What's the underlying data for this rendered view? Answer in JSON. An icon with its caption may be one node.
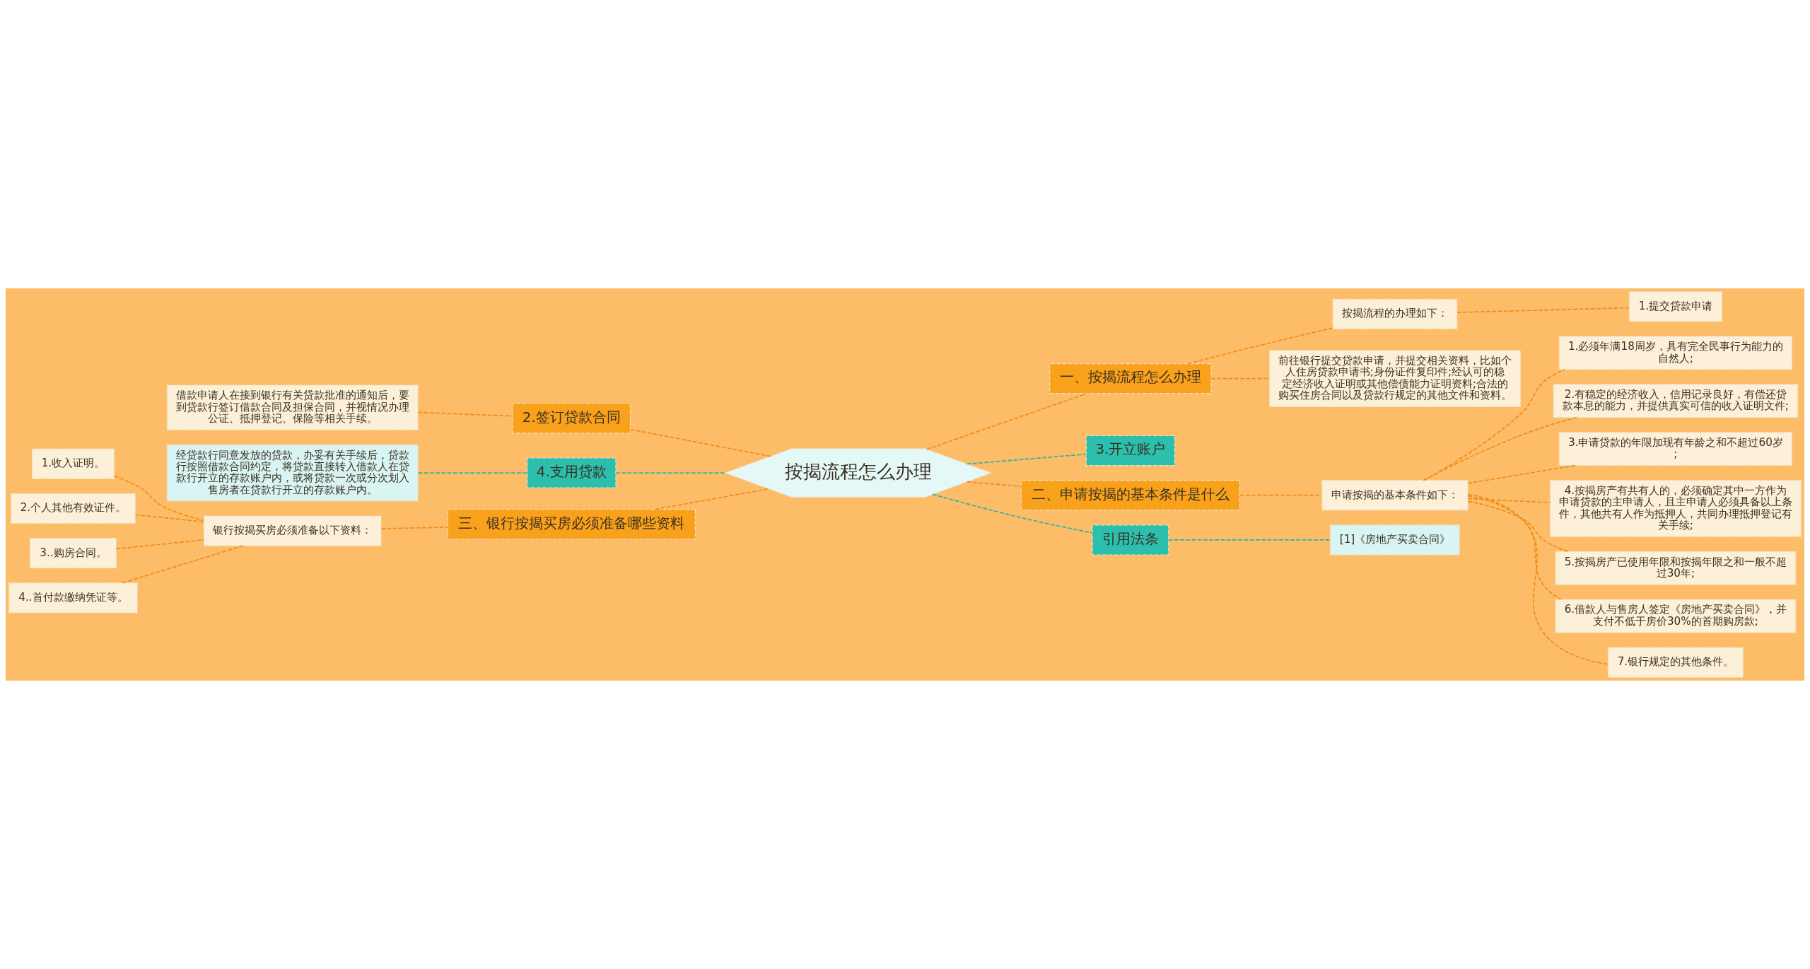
{
  "diagram": {
    "nodes": [
      {
        "text": [
          "按揭流程怎么办理"
        ]
      },
      {
        "text": [
          "一、按揭流程怎么办理"
        ]
      },
      {
        "text": [
          "按揭流程的办理如下："
        ]
      },
      {
        "text": [
          "1.提交贷款申请"
        ]
      },
      {
        "text": [
          "前往银行提交贷款申请，并提交相关资料，比如个人住房贷款申请书;身份证件复印件;经认可的稳定经济收入证明或其他偿债能力证明资料;合法的购买住房合同以及贷款行规定的其他文件和资料。"
        ]
      },
      {
        "text": [
          "3.开立账户"
        ]
      },
      {
        "text": [
          "二、申请按揭的基本条件是什么"
        ]
      },
      {
        "text": [
          "申请按揭的基本条件如下："
        ]
      },
      {
        "text": [
          "1.必须年满18周岁，具有完全民事行为能力的自然人;"
        ]
      },
      {
        "text": [
          "2.有稳定的经济收入，信用记录良好，有偿还贷款本息的能力，并提供真实可信的收入证明文件;"
        ]
      },
      {
        "text": [
          "3.申请贷款的年限加现有年龄之和不超过60岁;"
        ]
      },
      {
        "text": [
          "4.按揭房产有共有人的，必须确定其中一方作为申请贷款的主申请人，且主申请人必须具备以上条件，其他共有人作为抵押人，共同办理抵押登记有关手续;"
        ]
      },
      {
        "text": [
          "5.按揭房产已使用年限和按揭年限之和一般不超过30年;"
        ]
      },
      {
        "text": [
          "6.借款人与售房人签定《房地产买卖合同》，并支付不低于房价30%的首期购房款;"
        ]
      },
      {
        "text": [
          "7.银行规定的其他条件。"
        ]
      },
      {
        "text": [
          "引用法条"
        ]
      },
      {
        "text": [
          "[1]《房地产买卖合同》"
        ]
      },
      {
        "text": [
          "2.签订贷款合同"
        ]
      },
      {
        "text": [
          "借款申请人在接到银行有关贷款批准的通知后，要到贷款行签订借款合同及担保合同，并视情况办理公证、抵押登记、保险等相关手续。"
        ]
      },
      {
        "text": [
          "4.支用贷款"
        ]
      },
      {
        "text": [
          "经贷款行同意发放的贷款，办妥有关手续后，贷款行按照借款合同约定，将贷款直接转入借款人在贷款行开立的存款账户内，或将贷款一次或分次划入售房者在贷款行开立的存款账户内。"
        ]
      },
      {
        "text": [
          "三、银行按揭买房必须准备哪些资料"
        ]
      },
      {
        "text": [
          "银行按揭买房必须准备以下资料："
        ]
      },
      {
        "text": [
          "1.收入证明。"
        ]
      },
      {
        "text": [
          "2.个人其他有效证件。"
        ]
      },
      {
        "text": [
          "3..购房合同。"
        ]
      },
      {
        "text": [
          "4..首付款缴纳凭证等。"
        ]
      }
    ],
    "edges": [
      {
        "from": 0,
        "to": 1,
        "arrow": "none",
        "style": "dashed"
      },
      {
        "from": 1,
        "to": 2,
        "arrow": "none",
        "style": "dashed"
      },
      {
        "from": 2,
        "to": 3,
        "arrow": "none",
        "style": "dashed"
      },
      {
        "from": 1,
        "to": 4,
        "arrow": "none",
        "style": "dashed"
      },
      {
        "from": 0,
        "to": 5,
        "arrow": "none",
        "style": "dashed",
        "color": "#2bb5a5"
      },
      {
        "from": 0,
        "to": 6,
        "arrow": "none",
        "style": "dashed"
      },
      {
        "from": 6,
        "to": 7,
        "arrow": "none",
        "style": "dashed"
      },
      {
        "from": 7,
        "to": 8,
        "arrow": "none",
        "style": "dashed"
      },
      {
        "from": 7,
        "to": 9,
        "arrow": "none",
        "style": "dashed"
      },
      {
        "from": 7,
        "to": 10,
        "arrow": "none",
        "style": "dashed"
      },
      {
        "from": 7,
        "to": 11,
        "arrow": "none",
        "style": "dashed"
      },
      {
        "from": 7,
        "to": 12,
        "arrow": "none",
        "style": "dashed"
      },
      {
        "from": 7,
        "to": 13,
        "arrow": "none",
        "style": "dashed"
      },
      {
        "from": 7,
        "to": 14,
        "arrow": "none",
        "style": "dashed"
      },
      {
        "from": 0,
        "to": 15,
        "arrow": "none",
        "style": "dashed",
        "color": "#2bb5a5"
      },
      {
        "from": 15,
        "to": 16,
        "arrow": "none",
        "style": "dashed",
        "color": "#2bb5a5"
      },
      {
        "from": 0,
        "to": 17,
        "arrow": "none",
        "style": "dashed"
      },
      {
        "from": 17,
        "to": 18,
        "arrow": "none",
        "style": "dashed"
      },
      {
        "from": 0,
        "to": 19,
        "arrow": "none",
        "style": "dashed",
        "color": "#2bb5a5"
      },
      {
        "from": 19,
        "to": 20,
        "arrow": "none",
        "style": "dashed",
        "color": "#2bb5a5"
      },
      {
        "from": 0,
        "to": 21,
        "arrow": "none",
        "style": "dashed"
      },
      {
        "from": 21,
        "to": 22,
        "arrow": "none",
        "style": "dashed"
      },
      {
        "from": 22,
        "to": 23,
        "arrow": "none",
        "style": "dashed"
      },
      {
        "from": 22,
        "to": 24,
        "arrow": "none",
        "style": "dashed"
      },
      {
        "from": 22,
        "to": 25,
        "arrow": "none",
        "style": "dashed"
      },
      {
        "from": 22,
        "to": 26,
        "arrow": "none",
        "style": "dashed"
      }
    ]
  }
}
